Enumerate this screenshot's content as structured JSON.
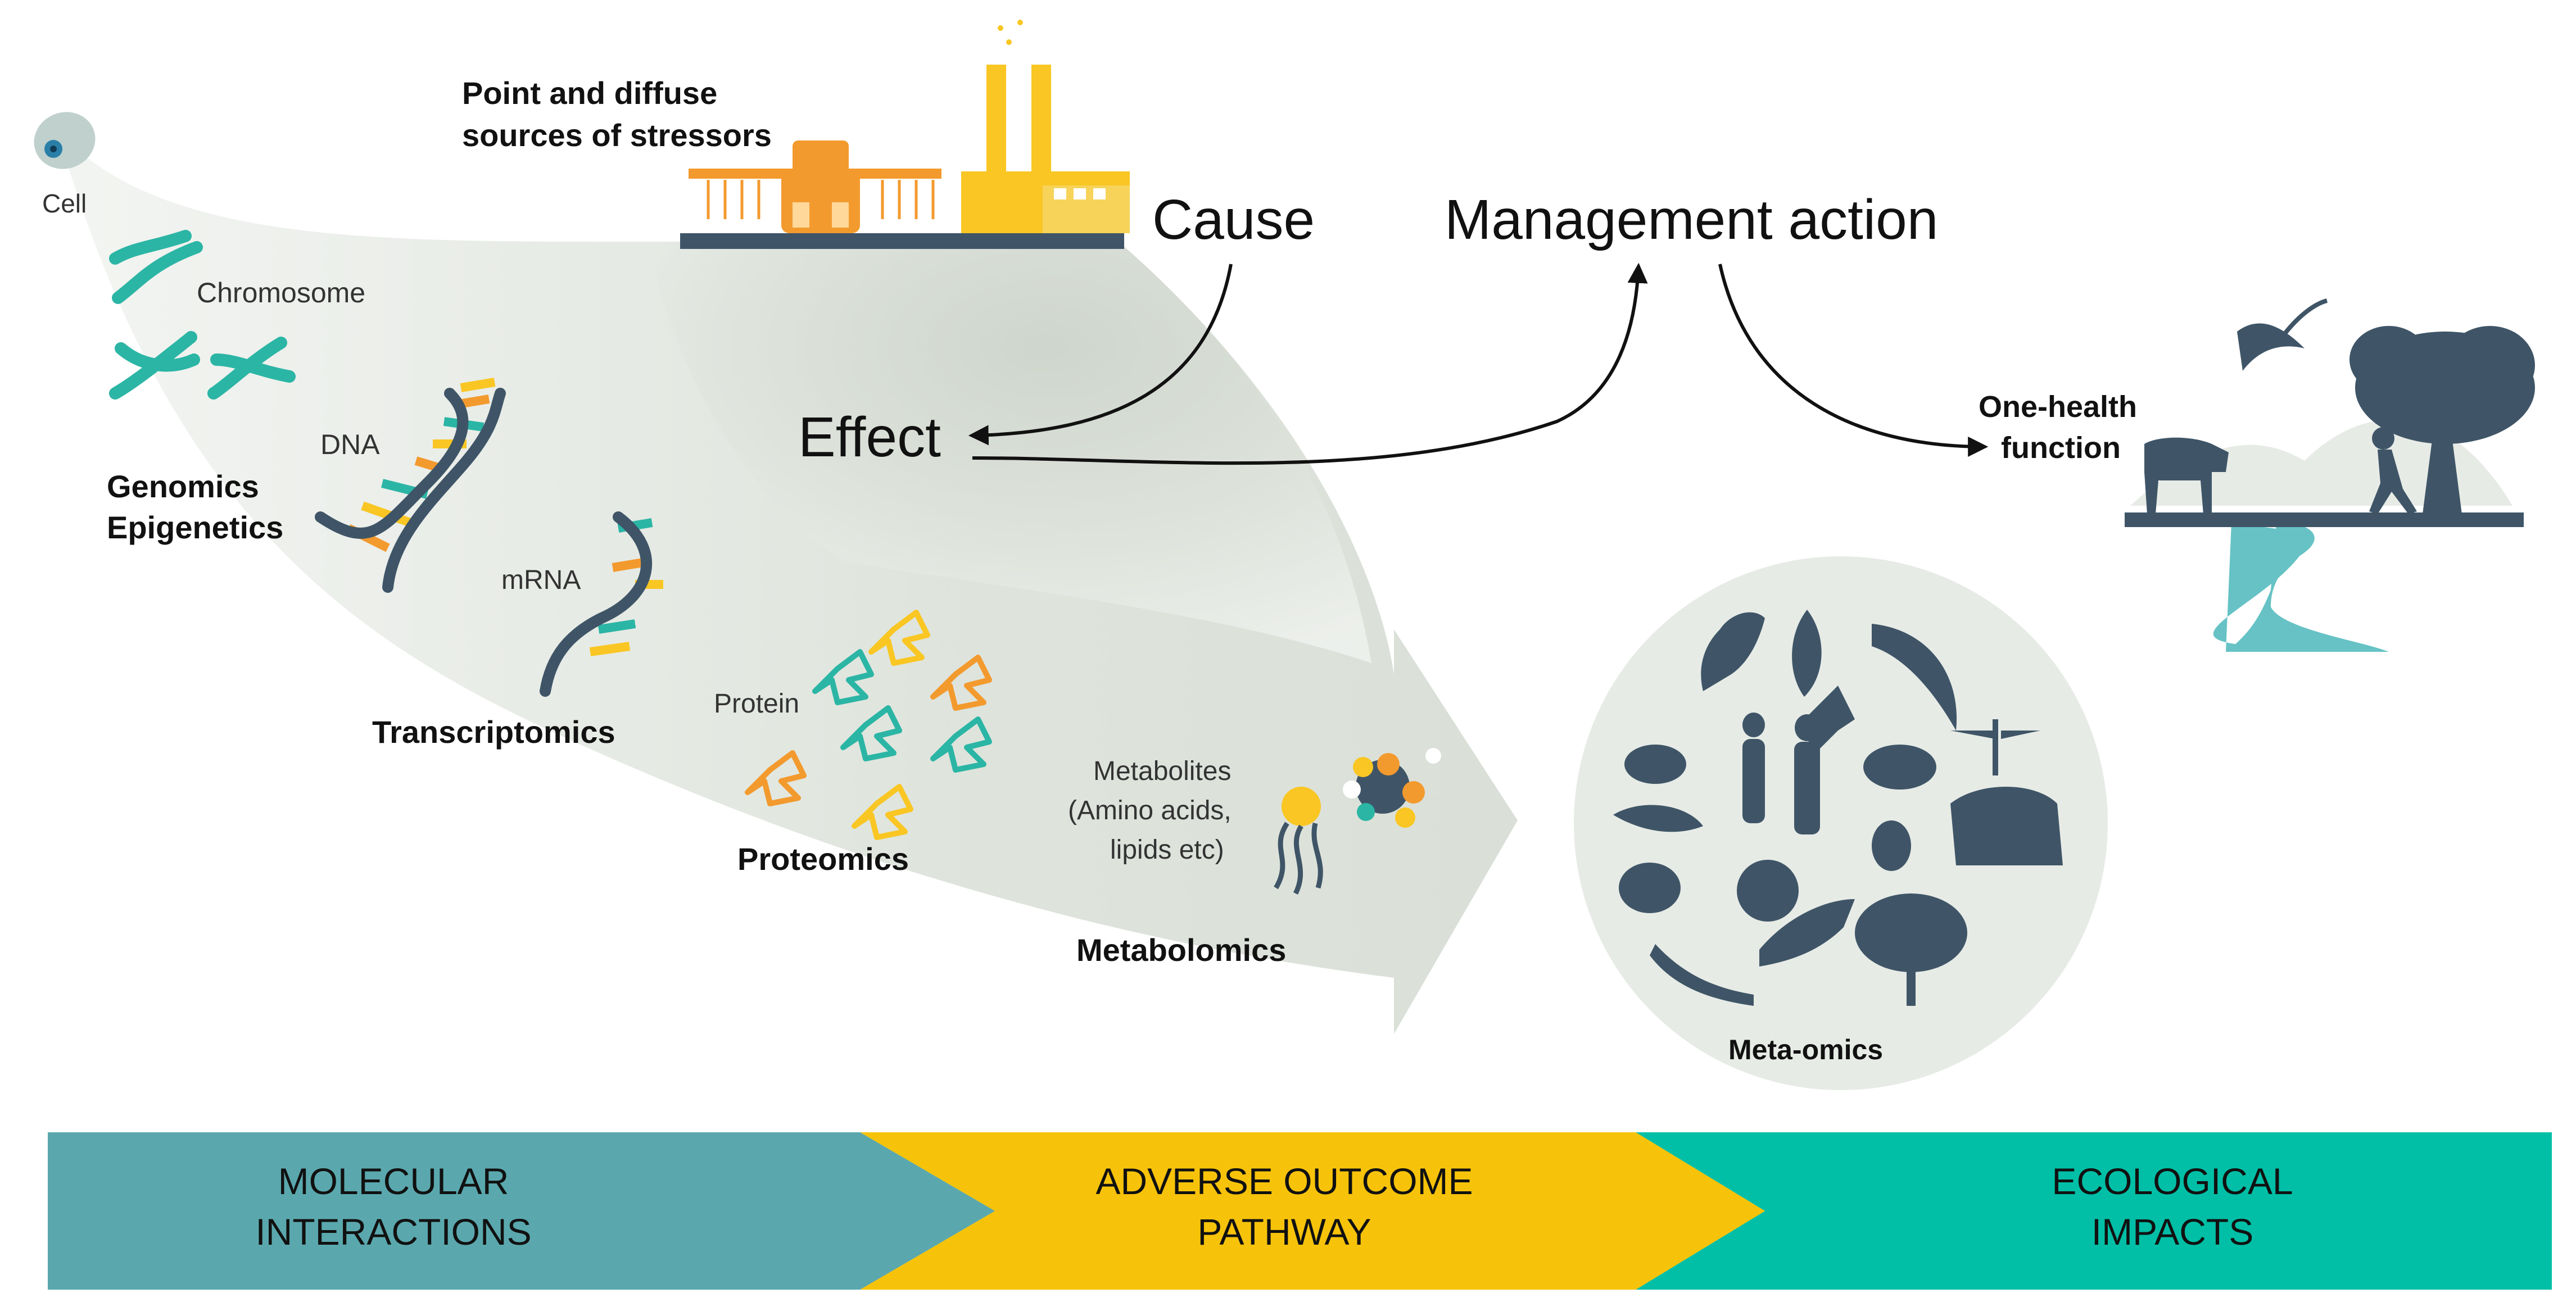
{
  "top": {
    "sources_line1": "Point and diffuse",
    "sources_line2": "sources of stressors",
    "cause": "Cause",
    "effect": "Effect",
    "management": "Management action",
    "onehealth_line1": "One-health",
    "onehealth_line2": "function"
  },
  "molecular": {
    "cell": "Cell",
    "chromosome": "Chromosome",
    "dna": "DNA",
    "genomics": "Genomics",
    "epigenetics": "Epigenetics",
    "mrna": "mRNA",
    "transcriptomics": "Transcriptomics",
    "protein": "Protein",
    "proteomics": "Proteomics",
    "metabolites_line1": "Metabolites",
    "metabolites_line2": "(Amino acids,",
    "metabolites_line3": "lipids etc)",
    "metabolomics": "Metabolomics",
    "metaomics": "Meta-omics"
  },
  "banner": [
    {
      "line1": "MOLECULAR",
      "line2": "INTERACTIONS",
      "color": "#5aa8ae"
    },
    {
      "line1": "ADVERSE OUTCOME",
      "line2": "PATHWAY",
      "color": "#f7c30a"
    },
    {
      "line1": "ECOLOGICAL",
      "line2": "IMPACTS",
      "color": "#00bfa6"
    }
  ],
  "colors": {
    "navy": "#3f5567",
    "teal": "#2bb5a5",
    "orange": "#f39a2e",
    "yellow": "#f9c623",
    "gray_flow": "#d7ddd5",
    "circle_bg": "#e7ebe6",
    "river": "#66c2c5"
  }
}
